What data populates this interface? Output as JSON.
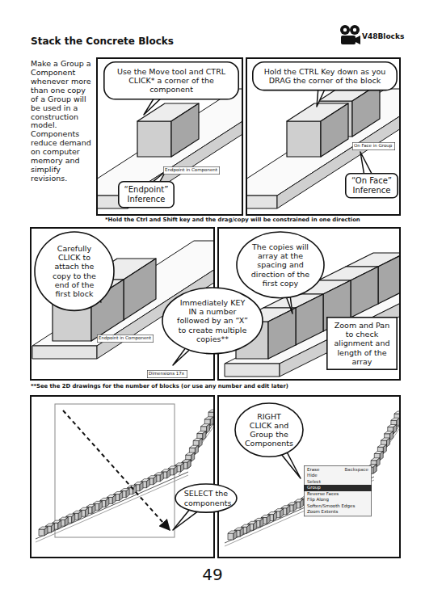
{
  "diagram": {
    "title": "Stack the Concrete Blocks",
    "nodes": [
      {
        "text": [
          "Use the Move tool and CTRL CLICK* a corner of the component"
        ]
      },
      {
        "text": [
          "Endpoint in Component"
        ]
      },
      {
        "text": [
          "“Endpoint” Inference"
        ]
      },
      {
        "text": [
          "Hold the CTRL Key down as you DRAG the corner of the block"
        ]
      },
      {
        "text": [
          "On Face in Group"
        ]
      },
      {
        "text": [
          "“On Face” Inference"
        ]
      },
      {
        "text": [
          "Carefully CLICK to attach the copy to the end of the first block"
        ]
      },
      {
        "text": [
          "Immediately KEY IN a number followed by an “X” to create multiple copies**"
        ]
      },
      {
        "text": [
          "Endpoint in Component"
        ]
      },
      {
        "text": [
          "Dimensions 17x"
        ]
      },
      {
        "text": [
          "The copies will array at the spacing and direction of the first copy"
        ]
      },
      {
        "text": [
          "Zoom and Pan to check alignment and length of the array"
        ]
      },
      {
        "text": [
          "RIGHT CLICK and Group the Components"
        ]
      },
      {
        "text": [
          "Erase",
          "Backspace",
          "Hide",
          "Select",
          "Group",
          "Reverse Faces",
          "Flip Along",
          "Soften/Smooth Edges",
          "Zoom Extents"
        ]
      },
      {
        "text": [
          "SELECT the components"
        ]
      }
    ],
    "labels": [
      "V48Blocks",
      "Make a Group a Component whenever more than one copy of a Group will be used in a construction model. Components reduce demand on computer memory and simplify revisions.",
      "*Hold the Ctrl and Shift key and the drag/copy will be constrained in one direction",
      "**See the 2D drawings for the number of blocks (or use any number and edit later)",
      "49"
    ]
  }
}
